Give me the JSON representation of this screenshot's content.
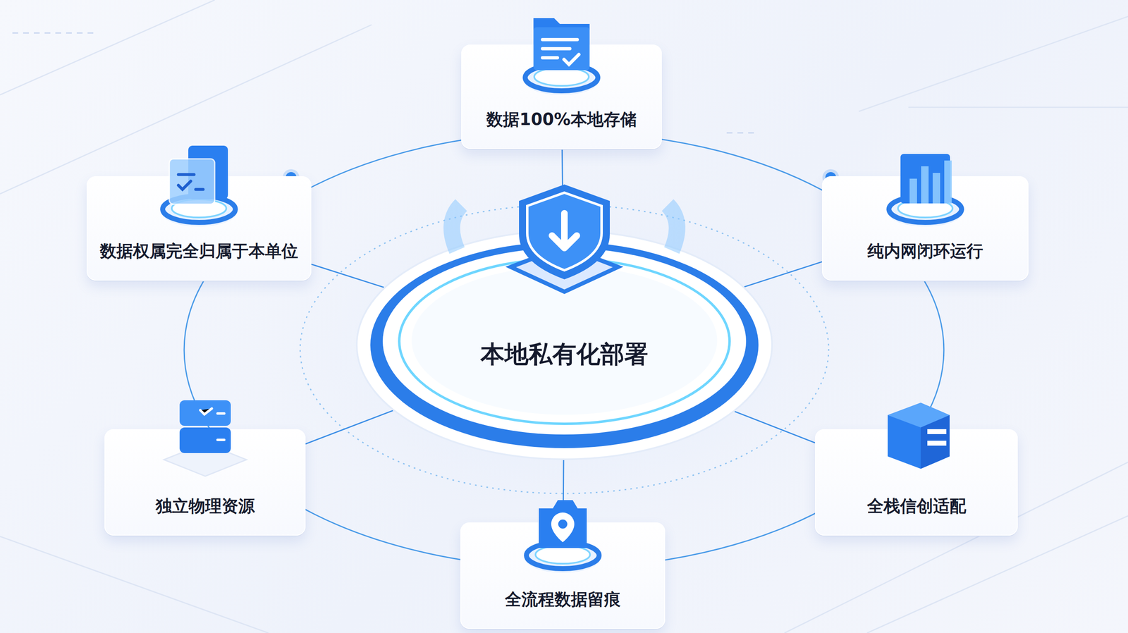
{
  "diagram": {
    "nodes": [
      {
        "text": [
          "本地私有化部署"
        ]
      },
      {
        "text": [
          "数据100%本地存储"
        ]
      },
      {
        "text": [
          "数据权属完全归属于本单位"
        ]
      },
      {
        "text": [
          "纯内网闭环运行"
        ]
      },
      {
        "text": [
          "独立物理资源"
        ]
      },
      {
        "text": [
          "全栈信创适配"
        ]
      },
      {
        "text": [
          "全流程数据留痕"
        ]
      }
    ],
    "edges": [
      {
        "from": 0,
        "to": 1,
        "arrow": "none"
      },
      {
        "from": 0,
        "to": 2,
        "arrow": "none"
      },
      {
        "from": 0,
        "to": 3,
        "arrow": "none"
      },
      {
        "from": 0,
        "to": 4,
        "arrow": "none"
      },
      {
        "from": 0,
        "to": 5,
        "arrow": "none"
      },
      {
        "from": 0,
        "to": 6,
        "arrow": "none"
      }
    ]
  }
}
